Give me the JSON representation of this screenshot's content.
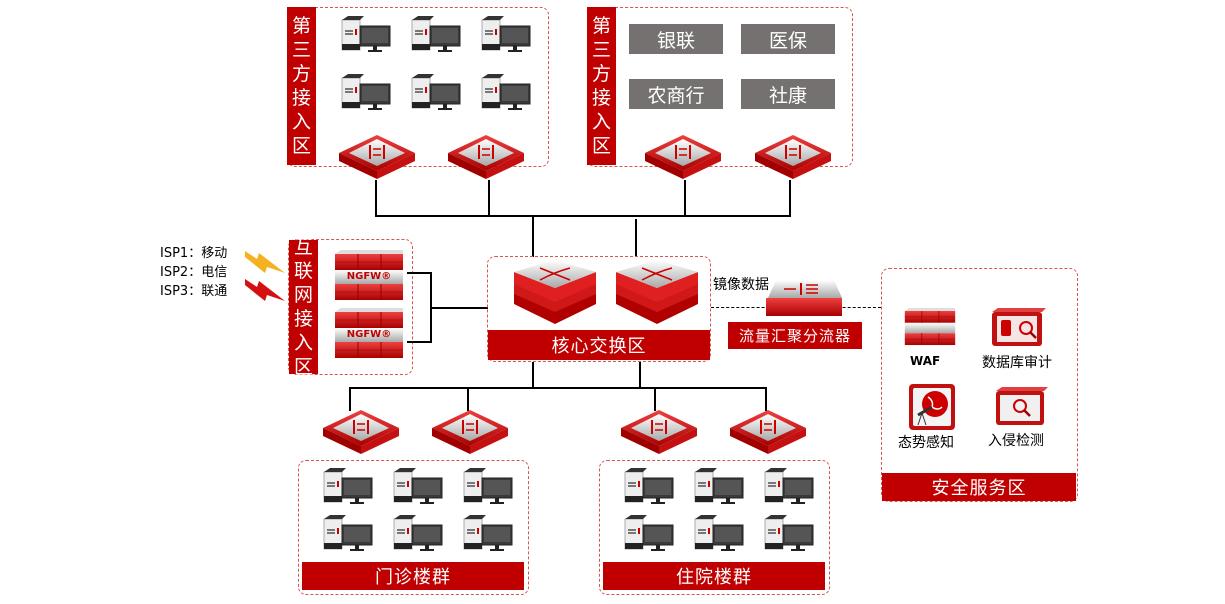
{
  "third_party_zone_1": {
    "label": [
      "第",
      "三",
      "方",
      "接",
      "入",
      "区"
    ],
    "pc_count": 6,
    "router_count": 2
  },
  "third_party_zone_2": {
    "label": [
      "第",
      "三",
      "方",
      "接",
      "入",
      "区"
    ],
    "partners": [
      "银联",
      "医保",
      "农商行",
      "社康"
    ],
    "router_count": 2
  },
  "isp": {
    "lines": [
      "ISP1：移动",
      "ISP2：电信",
      "ISP3：联通"
    ]
  },
  "internet_zone": {
    "label": [
      "互",
      "联",
      "网",
      "接",
      "入",
      "区"
    ],
    "firewall_label": "NGFW®"
  },
  "core_zone": {
    "label": "核心交换区"
  },
  "mirror": {
    "label": "镜像数据",
    "device_label": "流量汇聚分流器"
  },
  "security_zone": {
    "label": "安全服务区",
    "items": [
      "WAF",
      "数据库审计",
      "态势感知",
      "入侵检测"
    ]
  },
  "outpatient": {
    "label": "门诊楼群"
  },
  "inpatient": {
    "label": "住院楼群"
  },
  "colors": {
    "brand_red": "#c00000",
    "partner_gray": "#767171",
    "dash_red": "#d9534f"
  }
}
